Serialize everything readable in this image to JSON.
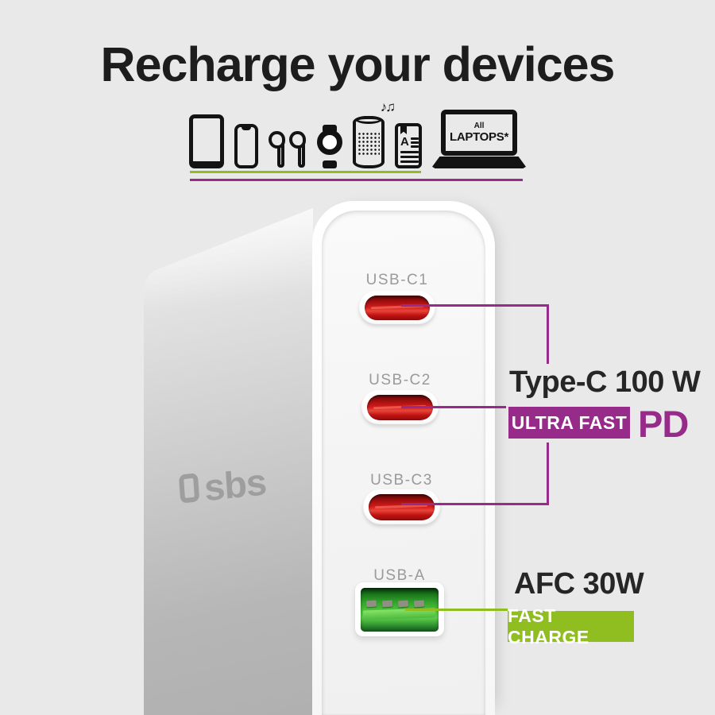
{
  "title": "Recharge your devices",
  "icons": {
    "music_notes": "♪♫",
    "ereader_letter": "A",
    "laptop_line1": "All",
    "laptop_line2": "LAPTOPS*"
  },
  "charger": {
    "brand": "sbs",
    "ports": [
      {
        "label": "USB-C1",
        "type": "usb-c"
      },
      {
        "label": "USB-C2",
        "type": "usb-c"
      },
      {
        "label": "USB-C3",
        "type": "usb-c"
      },
      {
        "label": "USB-A",
        "type": "usb-a"
      }
    ]
  },
  "callouts": {
    "type_c": {
      "title": "Type-C 100 W",
      "badge": "ULTRA FAST",
      "tag": "PD"
    },
    "usb_a": {
      "title": "AFC 30W",
      "badge": "FAST CHARGE"
    }
  },
  "colors": {
    "purple": "#962b8a",
    "green": "#90be21",
    "red": "#d41c1c",
    "background": "#e9e9e9"
  }
}
